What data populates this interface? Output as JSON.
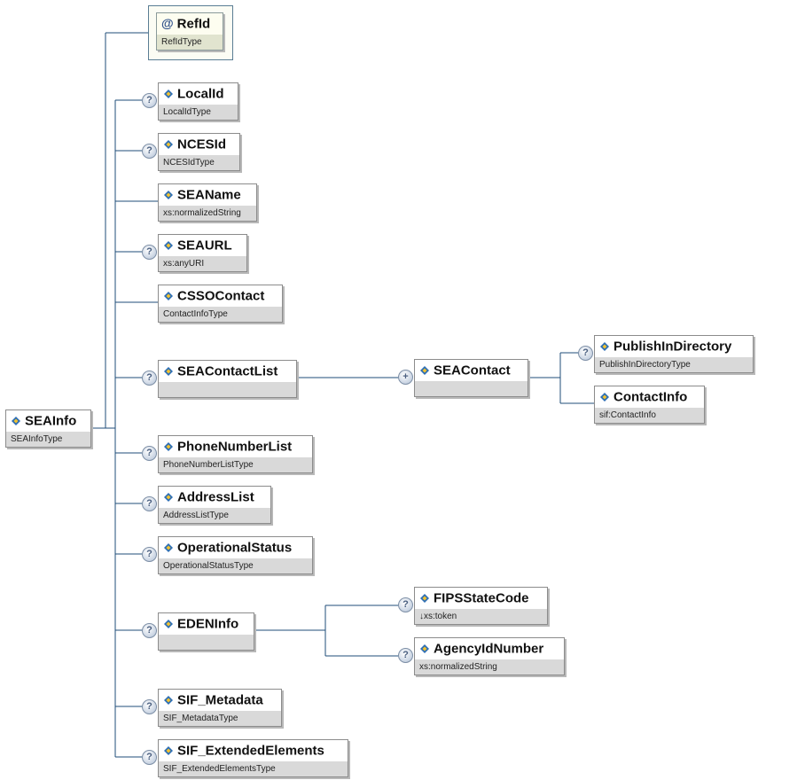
{
  "root": {
    "name": "SEAInfo",
    "type": "SEAInfoType"
  },
  "attribute": {
    "symbol": "@",
    "name": "RefId",
    "type": "RefIdType"
  },
  "children": [
    {
      "key": "localid",
      "name": "LocalId",
      "type": "LocalIdType",
      "optional": true
    },
    {
      "key": "ncesid",
      "name": "NCESId",
      "type": "NCESIdType",
      "optional": true
    },
    {
      "key": "seaname",
      "name": "SEAName",
      "type": "xs:normalizedString",
      "optional": false
    },
    {
      "key": "seaurl",
      "name": "SEAURL",
      "type": "xs:anyURI",
      "optional": true
    },
    {
      "key": "cssocontact",
      "name": "CSSOContact",
      "type": "ContactInfoType",
      "optional": false
    },
    {
      "key": "seacontactlist",
      "name": "SEAContactList",
      "type": "",
      "optional": true
    },
    {
      "key": "phonenumberlist",
      "name": "PhoneNumberList",
      "type": "PhoneNumberListType",
      "optional": true
    },
    {
      "key": "addresslist",
      "name": "AddressList",
      "type": "AddressListType",
      "optional": true
    },
    {
      "key": "operationalstatus",
      "name": "OperationalStatus",
      "type": "OperationalStatusType",
      "optional": true
    },
    {
      "key": "edeninfo",
      "name": "EDENInfo",
      "type": "",
      "optional": true
    },
    {
      "key": "sifmetadata",
      "name": "SIF_Metadata",
      "type": "SIF_MetadataType",
      "optional": true
    },
    {
      "key": "sifextended",
      "name": "SIF_ExtendedElements",
      "type": "SIF_ExtendedElementsType",
      "optional": true
    }
  ],
  "seacontact": {
    "name": "SEAContact",
    "type": "",
    "badge": "+"
  },
  "seacontact_children": [
    {
      "key": "publishindirectory",
      "name": "PublishInDirectory",
      "type": "PublishInDirectoryType",
      "optional": true
    },
    {
      "key": "contactinfo",
      "name": "ContactInfo",
      "type": "sif:ContactInfo",
      "optional": false
    }
  ],
  "edeninfo_children": [
    {
      "key": "fipsstatecode",
      "name": "FIPSStateCode",
      "type": "↓xs:token",
      "optional": true
    },
    {
      "key": "agencyidnumber",
      "name": "AgencyIdNumber",
      "type": "xs:normalizedString",
      "optional": true
    }
  ],
  "badge_symbol": "?",
  "colors": {
    "connector": "#1f4e79",
    "type_band": "#d9d9d9",
    "node_border": "#8c8c8c",
    "element_icon": "#2d6fb5",
    "attribute_border": "#5a7d94"
  }
}
